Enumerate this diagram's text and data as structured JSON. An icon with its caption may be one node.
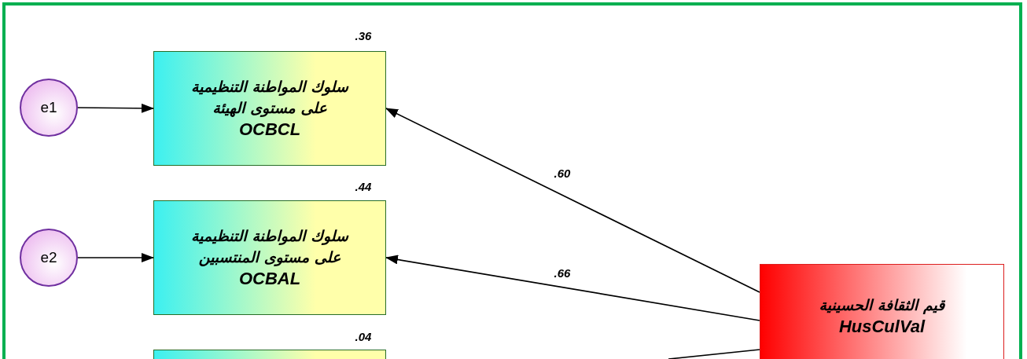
{
  "diagram": {
    "nodes": [
      {
        "text": [
          "e1"
        ]
      },
      {
        "text": [
          "e2"
        ]
      },
      {
        "text": [
          "سلوك المواطنة التنظيمية على مستوى الهيئة",
          "OCBCL"
        ],
        "beside": [
          ".36"
        ]
      },
      {
        "text": [
          "سلوك المواطنة التنظيمية على مستوى المنتسبين",
          "OCBAL"
        ],
        "beside": [
          ".44"
        ]
      },
      {
        "text": [],
        "shape": "box",
        "beside": [
          ".04"
        ]
      },
      {
        "text": [
          "قيم الثقافة الحسينية",
          "HusCulVal"
        ]
      }
    ],
    "edges": [
      {
        "from": 0,
        "to": 2,
        "arrow": "to"
      },
      {
        "from": 1,
        "to": 3,
        "arrow": "to"
      },
      {
        "from": 5,
        "to": 2,
        "arrow": "to",
        "label": ".60"
      },
      {
        "from": 5,
        "to": 3,
        "arrow": "to",
        "label": ".66"
      },
      {
        "from": 5,
        "to": null,
        "arrow": "none"
      }
    ]
  }
}
